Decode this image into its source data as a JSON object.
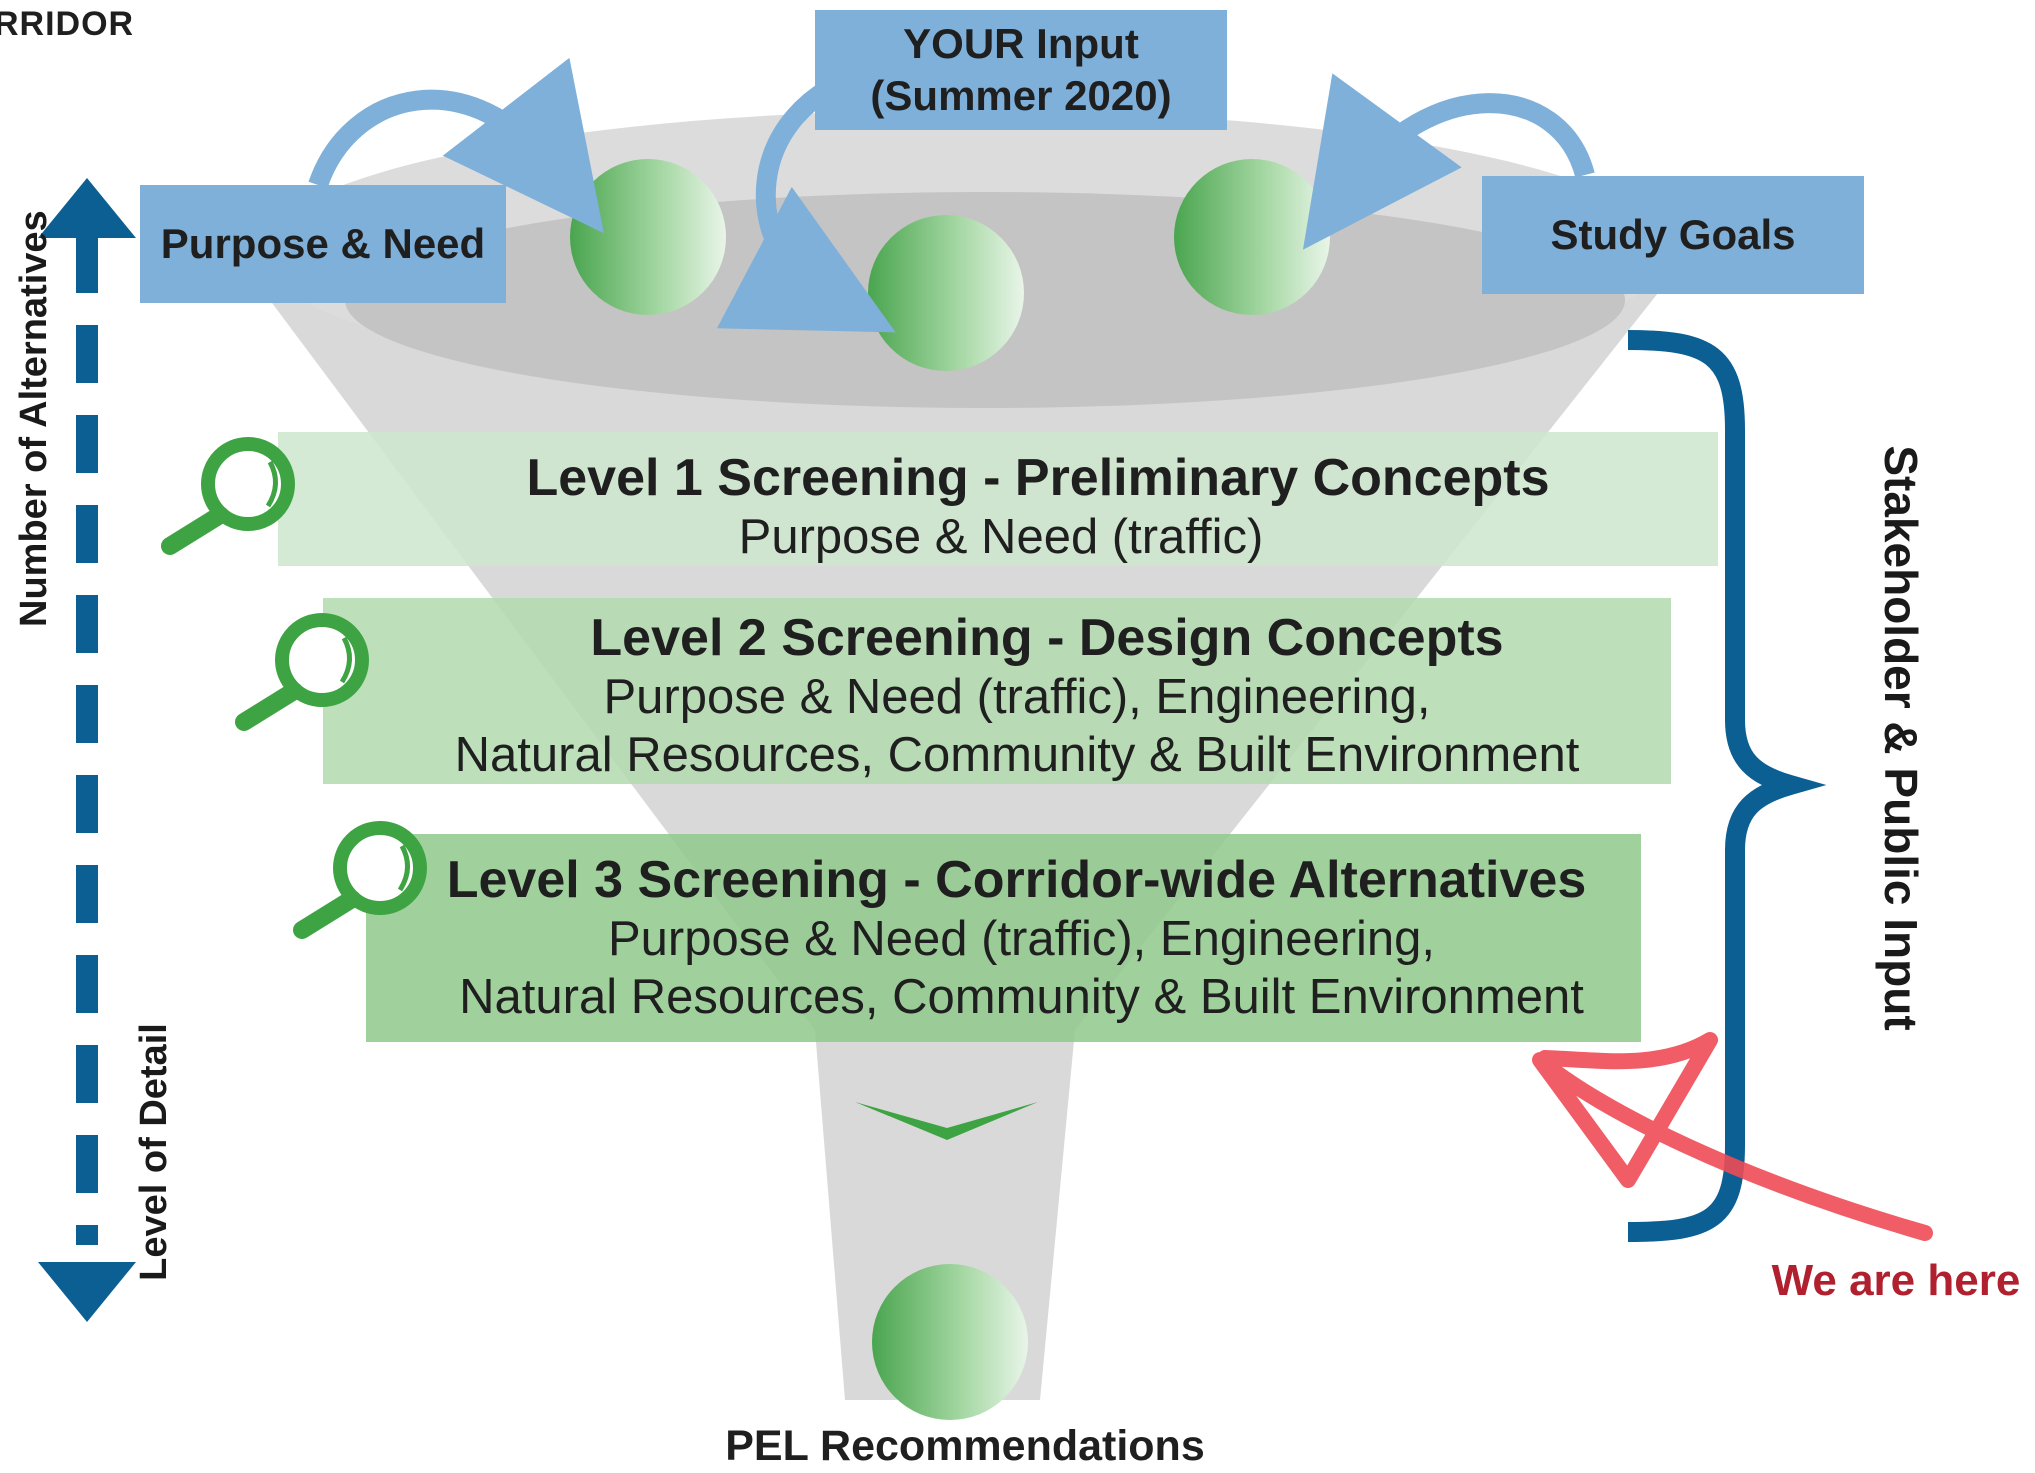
{
  "corner_title": "RRIDOR",
  "top_inputs": {
    "purpose_need": "Purpose & Need",
    "your_input_line1": "YOUR Input",
    "your_input_line2": "(Summer 2020)",
    "study_goals": "Study Goals"
  },
  "levels": [
    {
      "title": "Level 1 Screening - Preliminary Concepts",
      "lines": [
        "Purpose & Need (traffic)"
      ]
    },
    {
      "title": "Level 2 Screening - Design Concepts",
      "lines": [
        "Purpose & Need (traffic), Engineering,",
        "Natural Resources, Community & Built Environment"
      ]
    },
    {
      "title": "Level 3 Screening - Corridor-wide Alternatives",
      "lines": [
        "Purpose & Need (traffic), Engineering,",
        "Natural Resources, Community & Built Environment"
      ]
    }
  ],
  "left_axis": {
    "top_label": "Number of Alternatives",
    "bottom_label": "Level of Detail"
  },
  "right_label": "Stakeholder & Public Input",
  "marker_label": "We are here",
  "output_label": "PEL Recommendations",
  "icons": [
    "magnifier-icon",
    "arrow-icon",
    "chevron-down-icon",
    "brace-icon"
  ],
  "colors": {
    "blue_box": "#7eb0d9",
    "dark_blue": "#0c5f93",
    "green": "#4aa54f",
    "funnel_gray": "#d6d6d6",
    "band1": "#cde6cc",
    "band2": "#b1dbaf",
    "band3": "#8fc98c",
    "marker_red": "#b0202e",
    "check_red": "#ee4b55"
  }
}
